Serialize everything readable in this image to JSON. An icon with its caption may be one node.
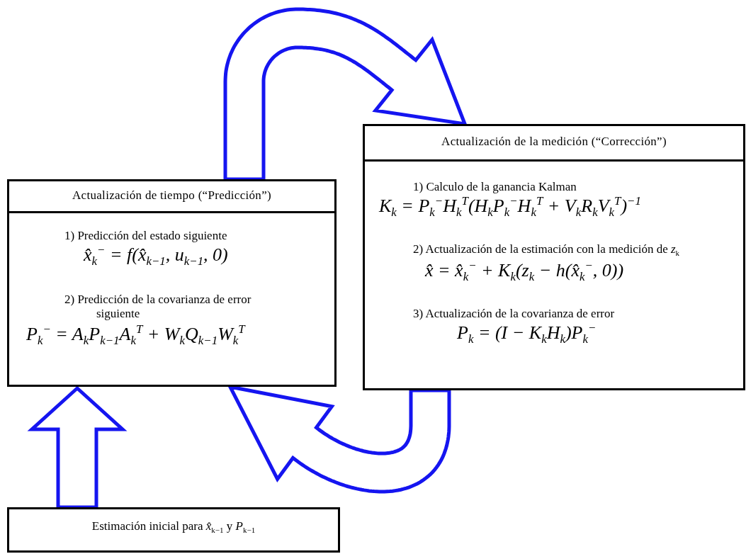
{
  "diagram": {
    "nodes": [
      {
        "text": [
          "Actualización de tiempo (“Predicción”)",
          "1) Predicción del estado siguiente",
          "x̂$_{k}$$^{−}$ = f(x̂$_{k−1}$, u$_{k−1}$, 0)",
          "2) Predicción de la covarianza de error siguiente",
          "P$_{k}$$^{−}$ = A$_{k}$P$_{k−1}$A$_{k}$$^{T}$ + W$_{k}$Q$_{k−1}$W$_{k}$$^{T}$"
        ]
      },
      {
        "text": [
          "Actualización de la medición (“Corrección”)",
          "1) Calculo de la ganancia Kalman",
          "K$_{k}$ = P$_{k}$$^{−}$H$_{k}$$^{T}$(H$_{k}$P$_{k}$$^{−}$H$_{k}$$^{T}$ + V$_{k}$R$_{k}$V$_{k}$$^{T}$)$^{−1}$",
          "2) Actualización de la estimación con la medición de *z*$_{k}$",
          "x̂ = x̂$_{k}$$^{−}$ + K$_{k}$(z$_{k}$ − h(x̂$_{k}$$^{−}$, 0))",
          "3) Actualización de la covarianza de error",
          "P$_{k}$ = (I − K$_{k}$H$_{k}$)P$_{k}$$^{−}$"
        ]
      },
      {
        "text": [
          "Estimación inicial para *x̂*$_{k−1}$ y *P*$_{k−1}$"
        ]
      }
    ],
    "edges": [
      {
        "from": 0,
        "to": 1,
        "arrow": "to"
      },
      {
        "from": 1,
        "to": 0,
        "arrow": "to"
      },
      {
        "from": 2,
        "to": 0,
        "arrow": "to"
      }
    ]
  }
}
